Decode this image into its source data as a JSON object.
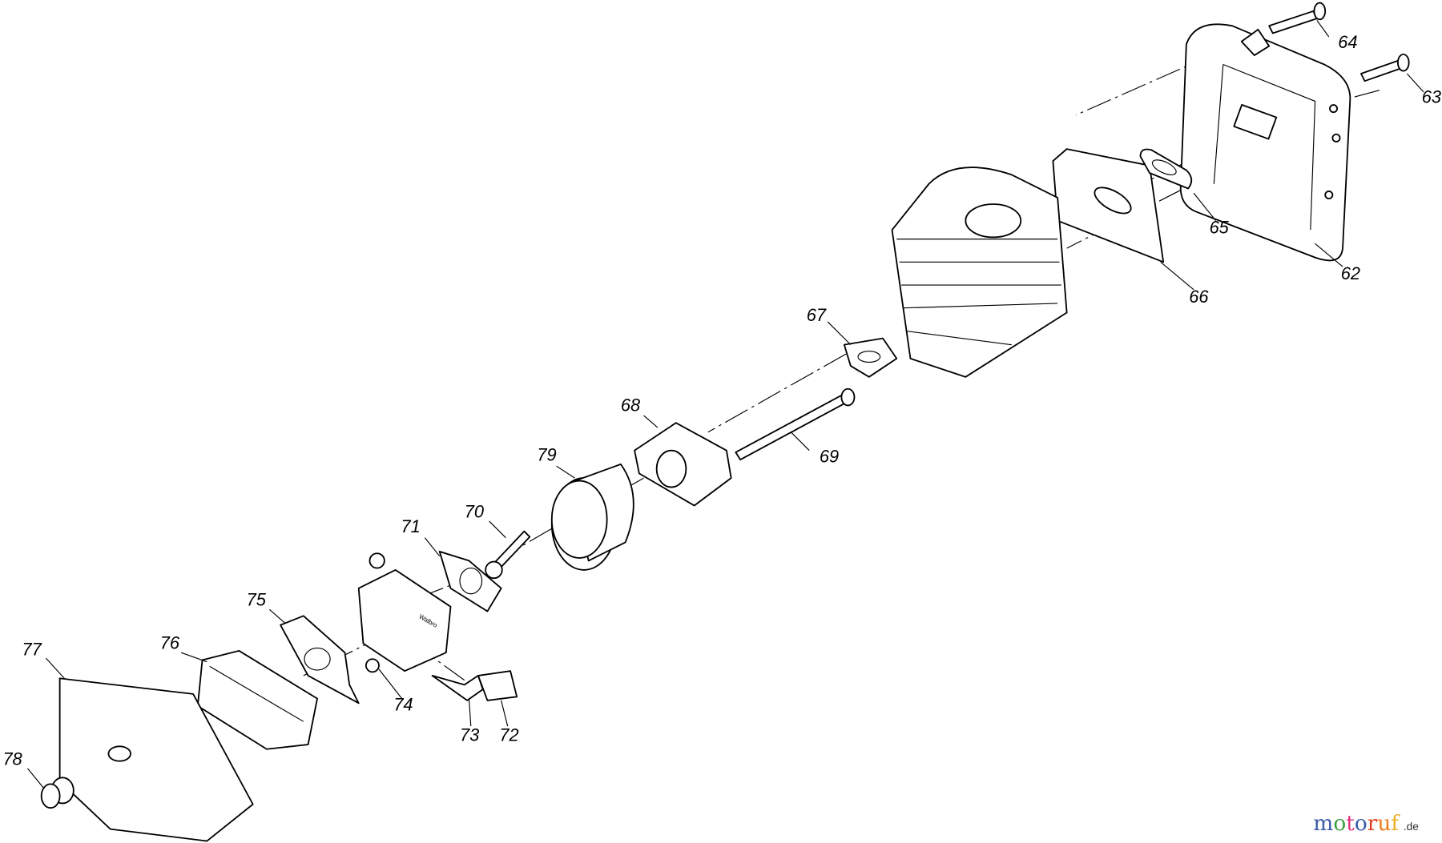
{
  "diagram": {
    "part_labels": [
      "62",
      "63",
      "64",
      "65",
      "66",
      "67",
      "68",
      "69",
      "70",
      "71",
      "72",
      "73",
      "74",
      "75",
      "76",
      "77",
      "78",
      "79"
    ],
    "carb_brand": "Walbro",
    "watermark": {
      "main": "motoruf",
      "suffix": ".de",
      "letter_colors": [
        "#3a5aa8",
        "#3aa040",
        "#e0307a",
        "#3a5aa8",
        "#e04020",
        "#f08020",
        "#e8b020"
      ]
    }
  }
}
